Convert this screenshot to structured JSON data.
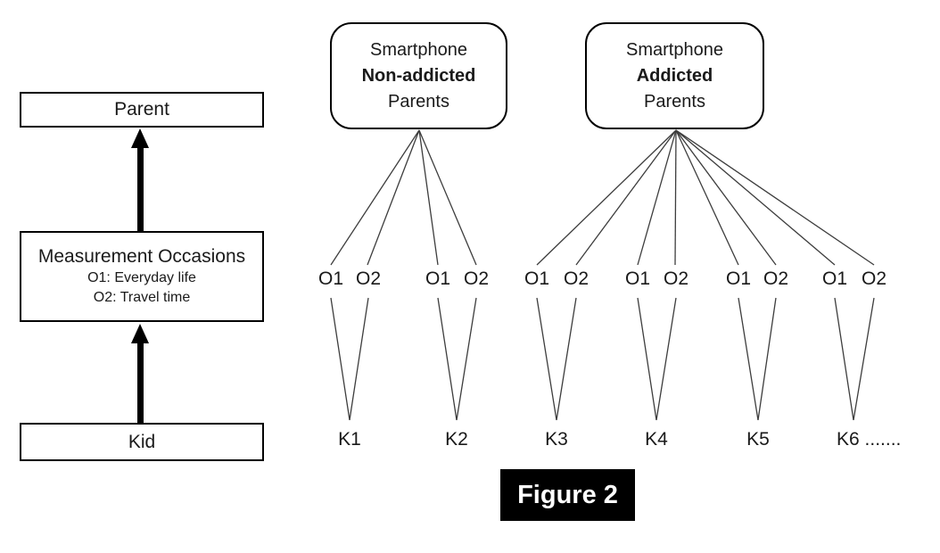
{
  "figure_label": "Figure 2",
  "left_flow": {
    "parent_label": "Parent",
    "measurement_title": "Measurement Occasions",
    "measurement_o1_desc": "O1: Everyday life",
    "measurement_o2_desc": "O2: Travel time",
    "kid_label": "Kid"
  },
  "groups": {
    "non_addicted": {
      "line1": "Smartphone",
      "line2": "Non-addicted",
      "line3": "Parents"
    },
    "addicted": {
      "line1": "Smartphone",
      "line2": "Addicted",
      "line3": "Parents"
    }
  },
  "occasions": {
    "o1": "O1",
    "o2": "O2"
  },
  "kids": [
    "K1",
    "K2",
    "K3",
    "K4",
    "K5",
    "K6 ......."
  ],
  "colors": {
    "connector_line": "#3d3d3d",
    "box_border": "#000000",
    "figure_badge_bg": "#000000",
    "figure_badge_text": "#ffffff"
  }
}
